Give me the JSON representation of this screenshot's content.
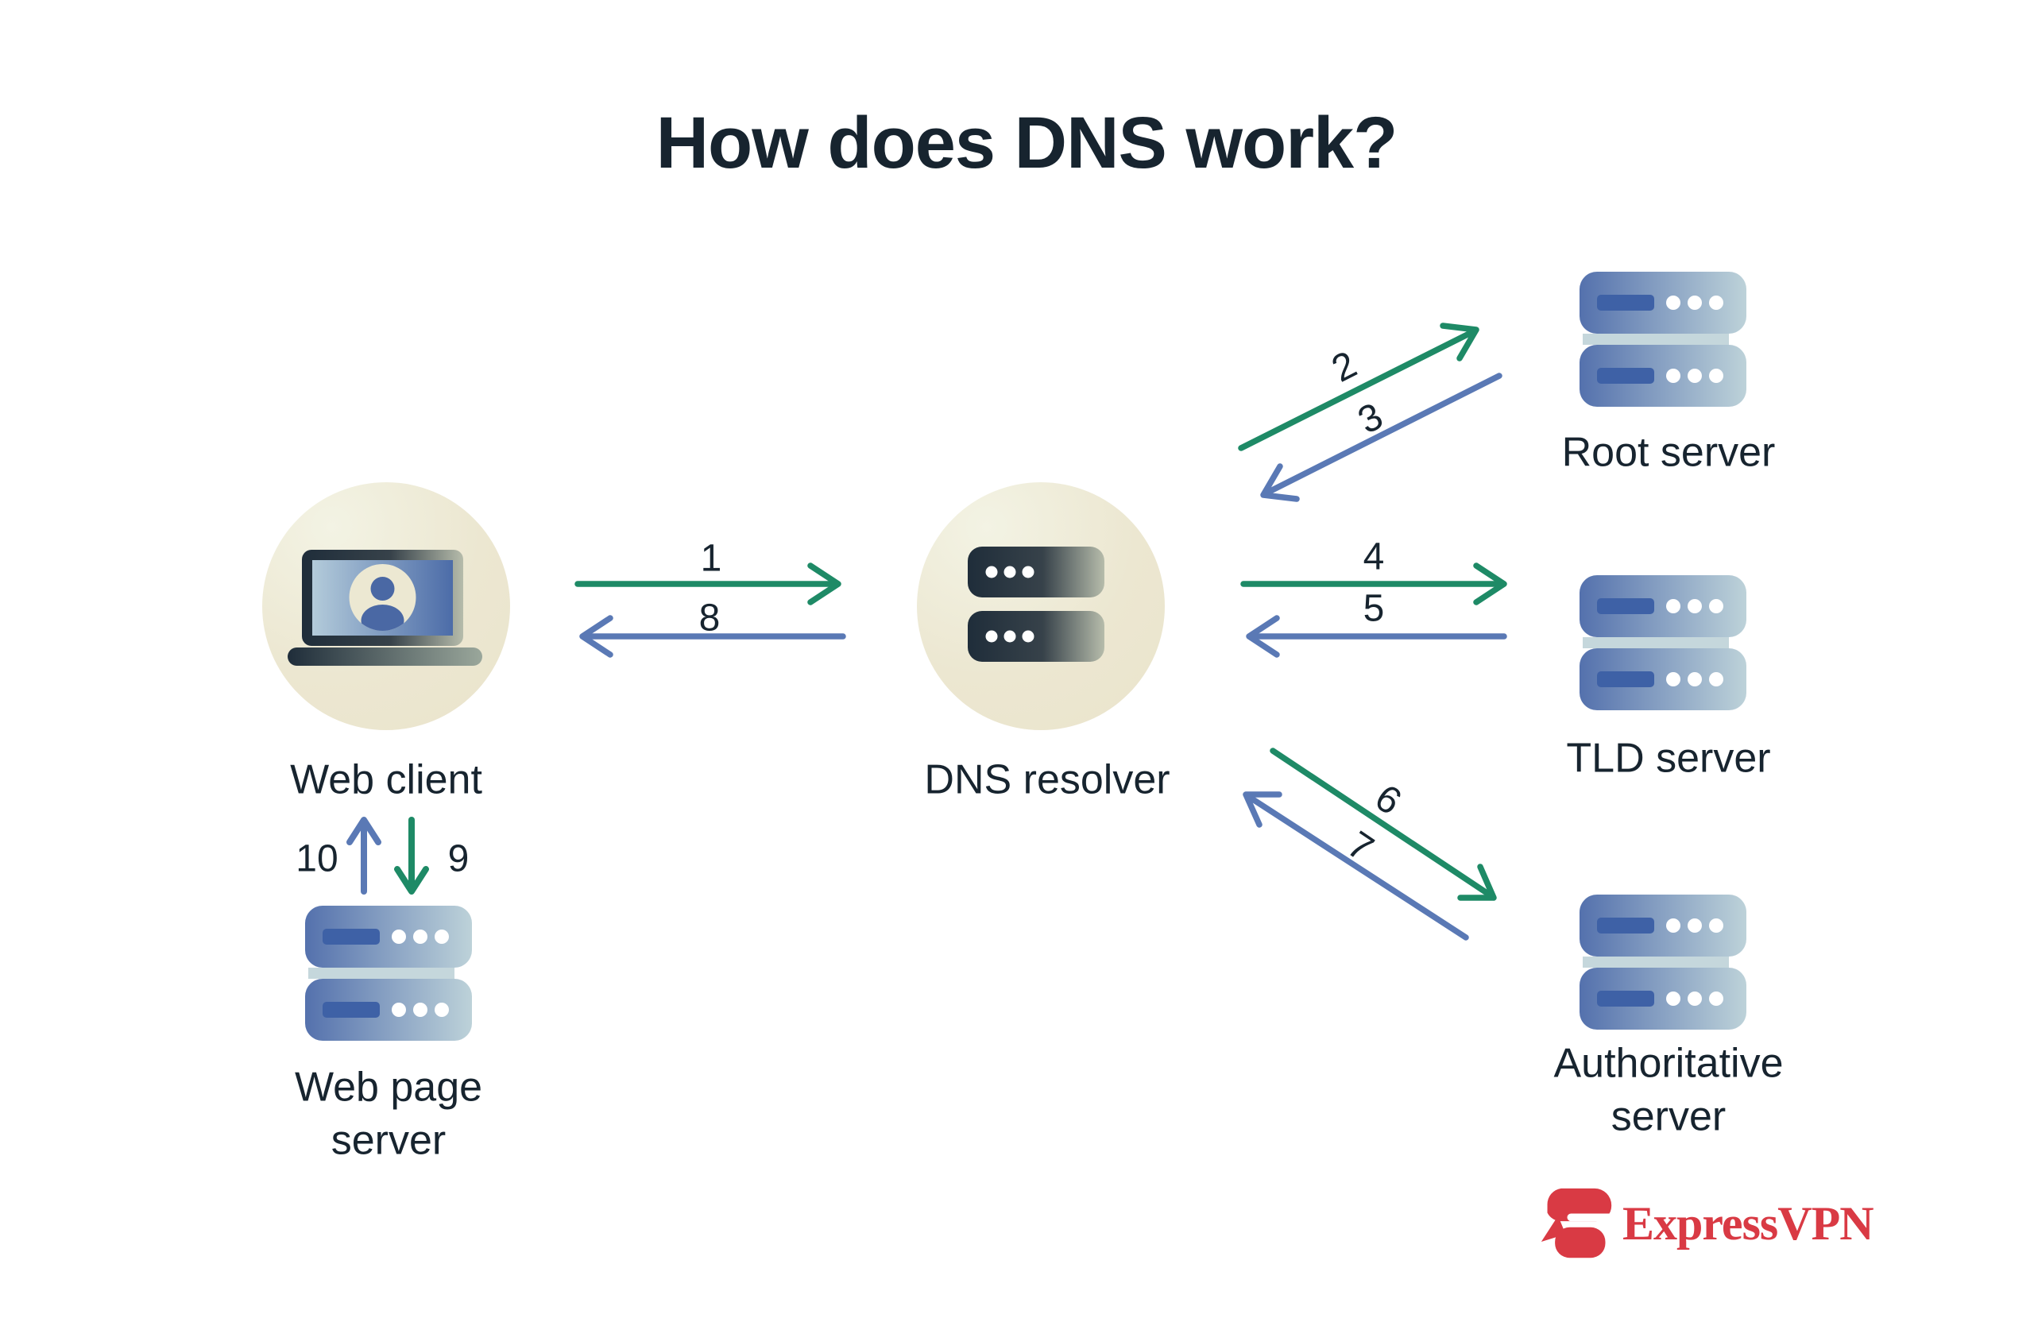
{
  "title": "How does DNS work?",
  "nodes": {
    "web_client": {
      "label": "Web client",
      "icon": "laptop-user-icon"
    },
    "dns_resolver": {
      "label": "DNS resolver",
      "icon": "server-stack-dark-icon"
    },
    "root_server": {
      "label": "Root server",
      "icon": "server-stack-blue-icon"
    },
    "tld_server": {
      "label": "TLD server",
      "icon": "server-stack-blue-icon"
    },
    "authoritative_server": {
      "label": "Authoritative server",
      "icon": "server-stack-blue-icon"
    },
    "web_page_server": {
      "label": "Web page server",
      "icon": "server-stack-blue-icon"
    }
  },
  "steps": [
    {
      "num": "1",
      "from": "Web client",
      "to": "DNS resolver",
      "color": "#1E8A66"
    },
    {
      "num": "2",
      "from": "DNS resolver",
      "to": "Root server",
      "color": "#1E8A66"
    },
    {
      "num": "3",
      "from": "Root server",
      "to": "DNS resolver",
      "color": "#5A79B5"
    },
    {
      "num": "4",
      "from": "DNS resolver",
      "to": "TLD server",
      "color": "#1E8A66"
    },
    {
      "num": "5",
      "from": "TLD server",
      "to": "DNS resolver",
      "color": "#5A79B5"
    },
    {
      "num": "6",
      "from": "DNS resolver",
      "to": "Authoritative server",
      "color": "#1E8A66"
    },
    {
      "num": "7",
      "from": "Authoritative server",
      "to": "DNS resolver",
      "color": "#5A79B5"
    },
    {
      "num": "8",
      "from": "DNS resolver",
      "to": "Web client",
      "color": "#5A79B5"
    },
    {
      "num": "9",
      "from": "Web client",
      "to": "Web page server",
      "color": "#1E8A66"
    },
    {
      "num": "10",
      "from": "Web page server",
      "to": "Web client",
      "color": "#5A79B5"
    }
  ],
  "colors": {
    "query_arrow_green": "#1E8A66",
    "response_arrow_blue": "#5A79B5",
    "text_navy": "#17242F",
    "circle_cream": "#ECE7D1",
    "server_blue_left": "#5471AD",
    "server_blue_right": "#BDD2D9",
    "server_slot_blue": "#3E61A6",
    "server_dark_left": "#1F2D3A",
    "server_dark_right": "#B6BCAB",
    "brand_red": "#D93A44",
    "background": "#FFFFFF"
  },
  "branding": {
    "wordmark": "ExpressVPN"
  }
}
